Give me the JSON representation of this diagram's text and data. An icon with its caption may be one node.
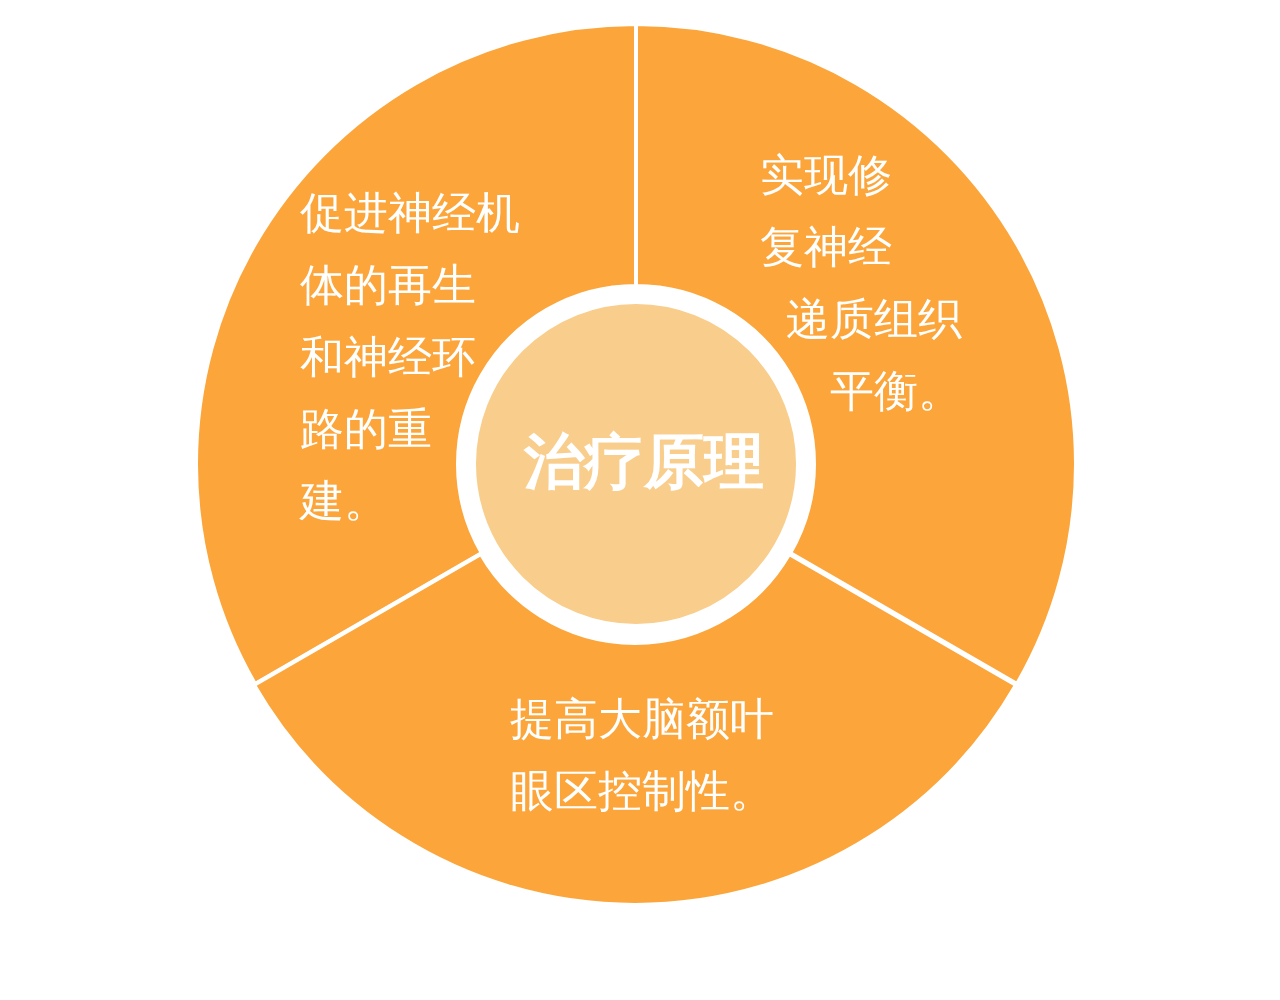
{
  "diagram": {
    "nodes": [
      {
        "text": [
          "促进神经机体的再生和神经环路的重建。"
        ]
      },
      {
        "text": [
          "实现修复神经递质组织平衡。"
        ]
      },
      {
        "text": [
          "治疗原理"
        ]
      },
      {
        "text": [
          "提高大脑额叶眼区控制性。"
        ]
      }
    ]
  }
}
